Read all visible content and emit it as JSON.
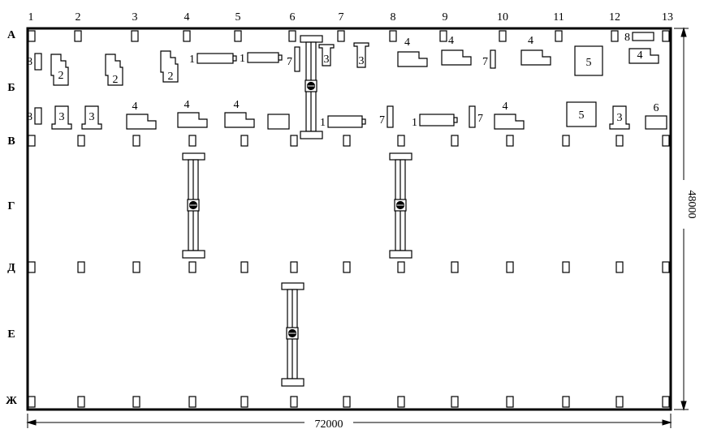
{
  "axes": {
    "columns": [
      "1",
      "2",
      "3",
      "4",
      "5",
      "6",
      "7",
      "8",
      "9",
      "10",
      "11",
      "12",
      "13"
    ],
    "rows": [
      "А",
      "Б",
      "В",
      "Г",
      "Д",
      "Е",
      "Ж"
    ]
  },
  "dimensions": {
    "width": "72000",
    "height": "48000"
  },
  "equipment": [
    {
      "id": "m1",
      "type": "8",
      "label": "8"
    },
    {
      "id": "m2",
      "type": "2",
      "label": "2"
    },
    {
      "id": "m3",
      "type": "2",
      "label": "2"
    },
    {
      "id": "m4",
      "type": "2",
      "label": "2"
    },
    {
      "id": "m5",
      "type": "1",
      "label": "1"
    },
    {
      "id": "m6",
      "type": "1",
      "label": "1"
    },
    {
      "id": "m7",
      "type": "7",
      "label": "7"
    },
    {
      "id": "m8",
      "type": "3",
      "label": "3"
    },
    {
      "id": "m9",
      "type": "3",
      "label": "3"
    },
    {
      "id": "m10",
      "type": "4",
      "label": "4"
    },
    {
      "id": "m11",
      "type": "4",
      "label": "4"
    },
    {
      "id": "m12",
      "type": "7",
      "label": "7"
    },
    {
      "id": "m13",
      "type": "4",
      "label": "4"
    },
    {
      "id": "m14",
      "type": "5",
      "label": "5"
    },
    {
      "id": "m15",
      "type": "8",
      "label": "8"
    },
    {
      "id": "m16",
      "type": "4",
      "label": "4"
    },
    {
      "id": "m17",
      "type": "8",
      "label": "8"
    },
    {
      "id": "m18",
      "type": "3",
      "label": "3"
    },
    {
      "id": "m19",
      "type": "3",
      "label": "3"
    },
    {
      "id": "m20",
      "type": "4",
      "label": "4"
    },
    {
      "id": "m21",
      "type": "4",
      "label": "4"
    },
    {
      "id": "m22",
      "type": "4",
      "label": "4"
    },
    {
      "id": "m23",
      "type": "1",
      "label": "1"
    },
    {
      "id": "m24",
      "type": "7",
      "label": "7"
    },
    {
      "id": "m25",
      "type": "1",
      "label": "1"
    },
    {
      "id": "m26",
      "type": "7",
      "label": "7"
    },
    {
      "id": "m27",
      "type": "4",
      "label": "4"
    },
    {
      "id": "m28",
      "type": "5",
      "label": "5"
    },
    {
      "id": "m29",
      "type": "3",
      "label": "3"
    },
    {
      "id": "m30",
      "type": "6",
      "label": "6"
    }
  ],
  "cranes": [
    "crane-1",
    "crane-2",
    "crane-3",
    "crane-4"
  ]
}
